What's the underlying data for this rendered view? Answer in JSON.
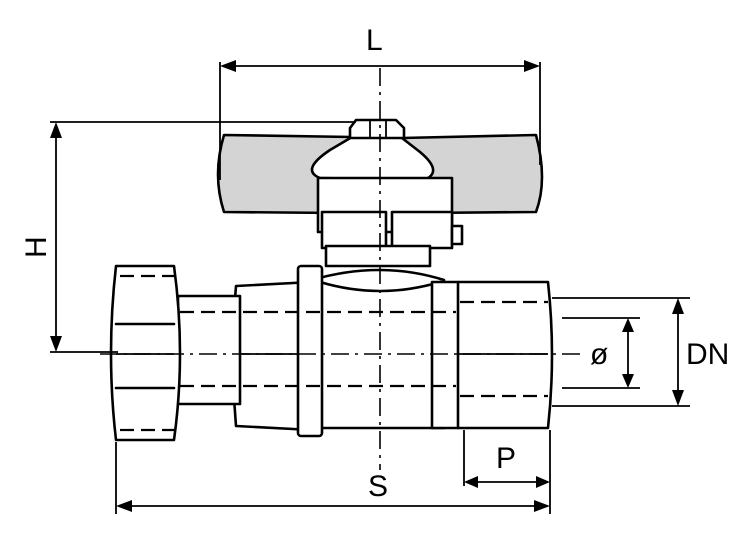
{
  "labels": {
    "L": "L",
    "H": "H",
    "S": "S",
    "P": "P",
    "phi": "ø",
    "DN": "DN"
  }
}
